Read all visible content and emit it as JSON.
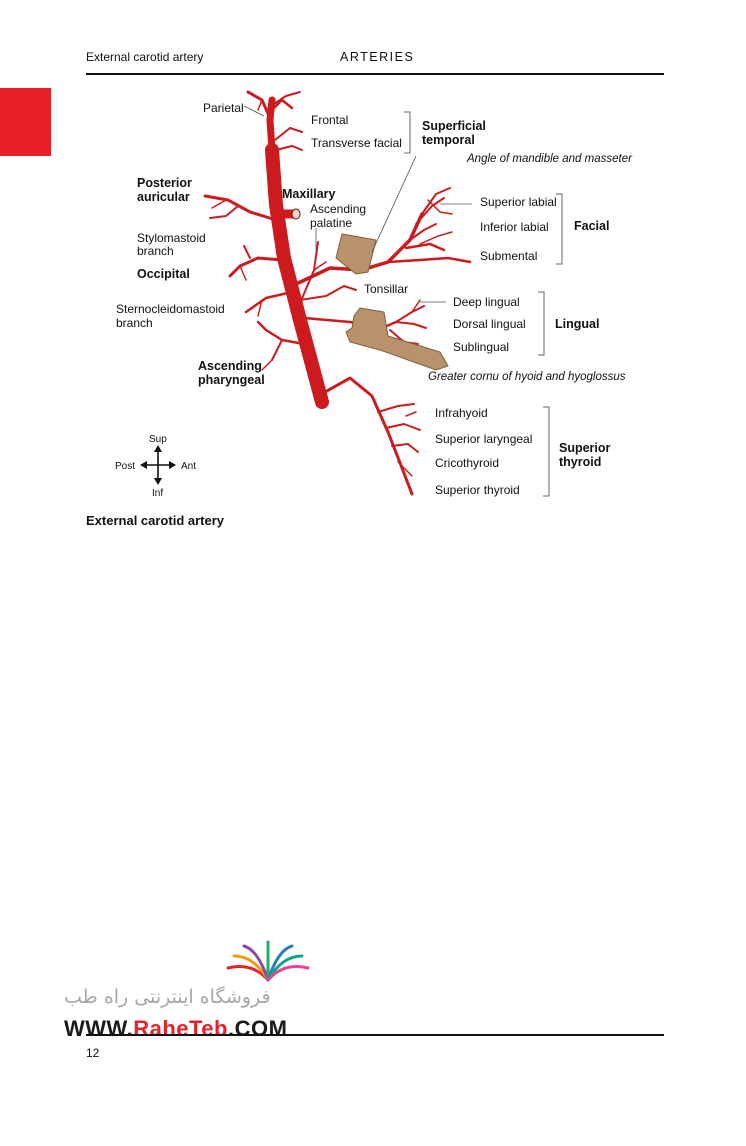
{
  "header": {
    "running_title": "External carotid artery",
    "section_title": "ARTERIES"
  },
  "colors": {
    "artery": "#cc1a1f",
    "artery_dark": "#9a1015",
    "bone": "#b8926a",
    "tab": "#e8202a",
    "watermark_text": "#a7a7a7"
  },
  "figure": {
    "labels": {
      "parietal": "Parietal",
      "frontal": "Frontal",
      "transverse_facial": "Transverse facial",
      "superficial_temporal_1": "Superficial",
      "superficial_temporal_2": "temporal",
      "angle_of_mandible": "Angle of mandible and masseter",
      "posterior_auricular_1": "Posterior",
      "posterior_auricular_2": "auricular",
      "maxillary": "Maxillary",
      "ascending_palatine_1": "Ascending",
      "ascending_palatine_2": "palatine",
      "superior_labial": "Superior labial",
      "inferior_labial": "Inferior labial",
      "submental": "Submental",
      "facial": "Facial",
      "stylomastoid_1": "Stylomastoid",
      "stylomastoid_2": "branch",
      "occipital": "Occipital",
      "tonsillar": "Tonsillar",
      "sternocleidomastoid_1": "Sternocleidomastoid",
      "sternocleidomastoid_2": "branch",
      "deep_lingual": "Deep lingual",
      "dorsal_lingual": "Dorsal lingual",
      "sublingual": "Sublingual",
      "lingual": "Lingual",
      "ascending_pharyngeal_1": "Ascending",
      "ascending_pharyngeal_2": "pharyngeal",
      "greater_cornu": "Greater cornu of hyoid and hyoglossus",
      "infrahyoid": "Infrahyoid",
      "superior_laryngeal": "Superior laryngeal",
      "cricothyroid": "Cricothyroid",
      "superior_thyroid_branch": "Superior thyroid",
      "superior_thyroid_1": "Superior",
      "superior_thyroid_2": "thyroid"
    },
    "compass": {
      "sup": "Sup",
      "inf": "Inf",
      "post": "Post",
      "ant": "Ant"
    },
    "caption": "External carotid artery"
  },
  "watermark": {
    "persian_text": "فروشگاه اینترنتی راه طب",
    "url_prefix": "WWW.",
    "url_brand": "RaheTeb",
    "url_suffix": ".COM"
  },
  "footer": {
    "page_number": "12"
  }
}
